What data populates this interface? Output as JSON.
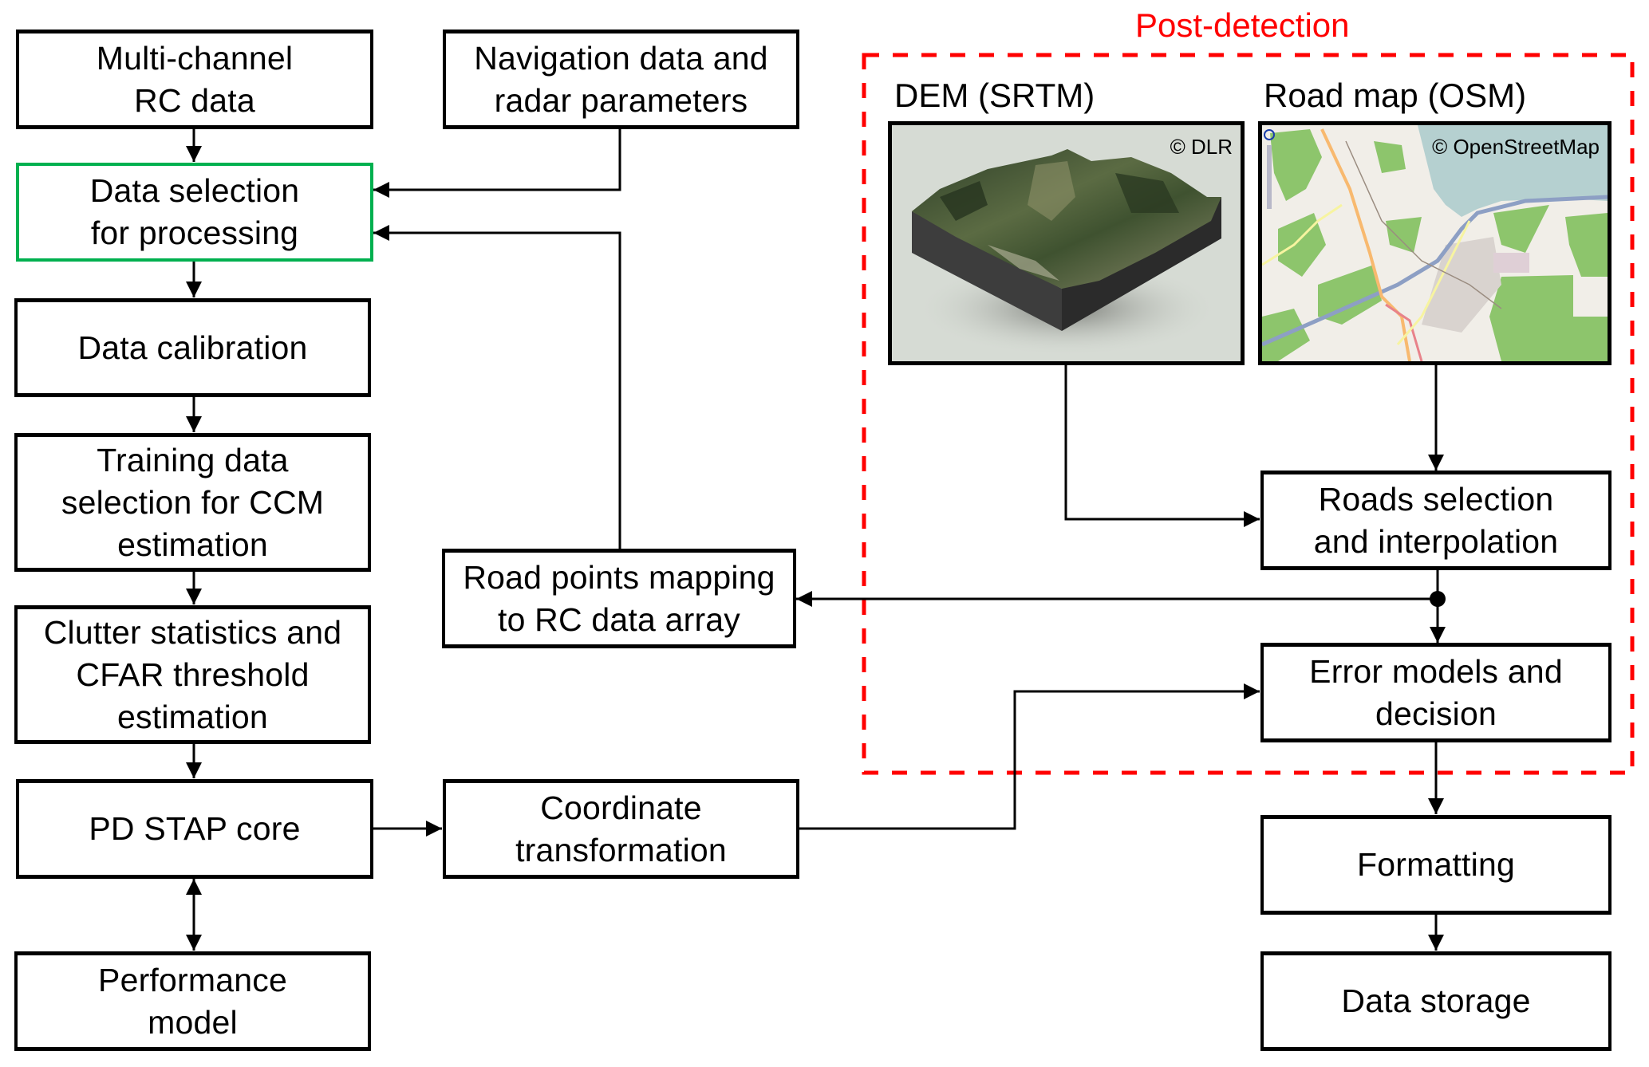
{
  "diagram": {
    "post_detection_title": "Post-detection",
    "colors": {
      "post_detection": "#ff0000",
      "highlight_border": "#00b04f",
      "box_border": "#000000"
    },
    "nodes": {
      "multichannel": "Multi-channel\nRC data",
      "navigation": "Navigation data and\nradar parameters",
      "data_selection": "Data selection\nfor processing",
      "data_calibration": "Data calibration",
      "training": "Training data\nselection for CCM\nestimation",
      "clutter": "Clutter statistics and\nCFAR threshold\nestimation",
      "pd_stap": "PD STAP  core",
      "performance": "Performance\nmodel",
      "road_points": "Road  points mapping\nto RC data array",
      "coordinate": "Coordinate\ntransformation",
      "roads_selection": "Roads selection\nand interpolation",
      "error_models": "Error models and\ndecision",
      "formatting": "Formatting",
      "data_storage": "Data  storage"
    },
    "images": {
      "dem": {
        "label": "DEM (SRTM)",
        "credit": "© DLR",
        "icon": "terrain-3d-icon"
      },
      "osm": {
        "label": "Road map (OSM)",
        "credit": "© OpenStreetMap",
        "icon": "road-map-icon"
      }
    },
    "edges": [
      {
        "from": "multichannel",
        "to": "data_selection"
      },
      {
        "from": "navigation",
        "to": "data_selection"
      },
      {
        "from": "road_points",
        "to": "data_selection"
      },
      {
        "from": "data_selection",
        "to": "data_calibration"
      },
      {
        "from": "data_calibration",
        "to": "training"
      },
      {
        "from": "training",
        "to": "clutter"
      },
      {
        "from": "clutter",
        "to": "pd_stap"
      },
      {
        "from": "pd_stap",
        "to": "performance",
        "bidirectional": true
      },
      {
        "from": "pd_stap",
        "to": "coordinate"
      },
      {
        "from": "coordinate",
        "to": "error_models"
      },
      {
        "from": "dem",
        "to": "roads_selection"
      },
      {
        "from": "osm",
        "to": "roads_selection"
      },
      {
        "from": "roads_selection",
        "to": "road_points"
      },
      {
        "from": "roads_selection",
        "to": "error_models"
      },
      {
        "from": "error_models",
        "to": "formatting"
      },
      {
        "from": "formatting",
        "to": "data_storage"
      }
    ]
  }
}
